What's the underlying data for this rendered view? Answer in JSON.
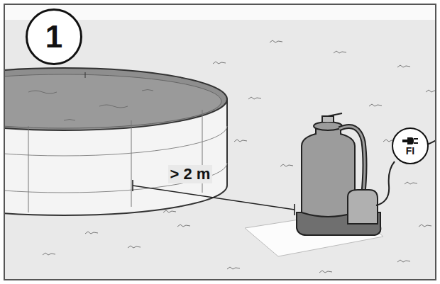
{
  "diagram": {
    "nodes": [
      {
        "text": [
          "1"
        ]
      },
      {
        "text": [
          "FI"
        ]
      }
    ],
    "labels": [
      "> 2 m"
    ]
  }
}
